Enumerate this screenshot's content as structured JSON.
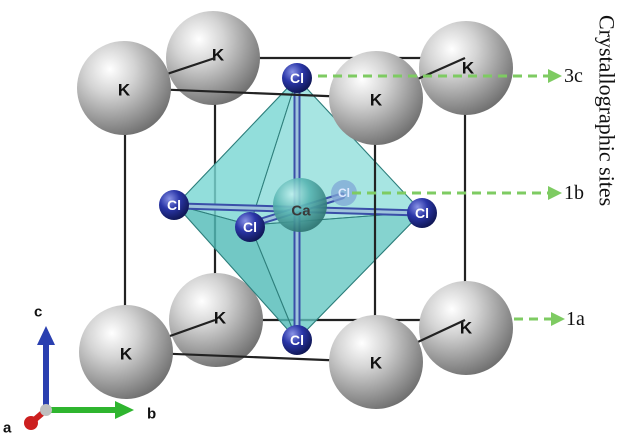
{
  "atoms": {
    "k_label": "K",
    "cl_label": "Cl",
    "ca_label": "Ca",
    "hidden_cl_label": "Cl"
  },
  "sites": {
    "label_3c": "3c",
    "label_1b": "1b",
    "label_1a": "1a",
    "vertical_title": "Crystallographic sites"
  },
  "axes": {
    "a_label": "a",
    "b_label": "b",
    "c_label": "c"
  },
  "colors": {
    "k_atom": "#9a9a9a",
    "cl_atom": "#1f2a8f",
    "ca_atom": "#4aa3a3",
    "octahedron": "#5fc8c4",
    "arrow": "#7ecb62",
    "axis_a": "#cc1f1f",
    "axis_b": "#2fb52f",
    "axis_c": "#2a3fb0"
  }
}
